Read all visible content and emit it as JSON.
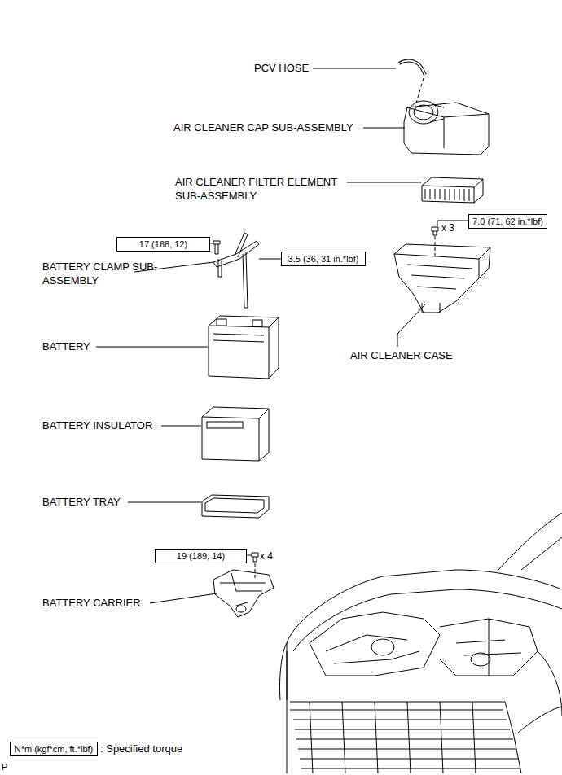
{
  "diagram": {
    "nodes": [
      {
        "text": [
          "7.0 (71, 62 in.*lbf)"
        ]
      },
      {
        "text": [
          "17 (168, 12)"
        ]
      },
      {
        "text": [
          "3.5 (36, 31 in.*lbf)"
        ]
      },
      {
        "text": [
          "19 (189, 14)"
        ]
      },
      {
        "text": [
          "N*m (kgf*cm, ft.*lbf)"
        ]
      }
    ],
    "labels": [
      "PCV HOSE",
      "AIR CLEANER CAP SUB-ASSEMBLY",
      "AIR CLEANER FILTER ELEMENT SUB-ASSEMBLY",
      "x 3",
      "BATTERY CLAMP SUB-ASSEMBLY",
      "BATTERY",
      "AIR CLEANER CASE",
      "BATTERY INSULATOR",
      "BATTERY TRAY",
      "x 4",
      "BATTERY CARRIER",
      ": Specified torque",
      "P"
    ]
  }
}
